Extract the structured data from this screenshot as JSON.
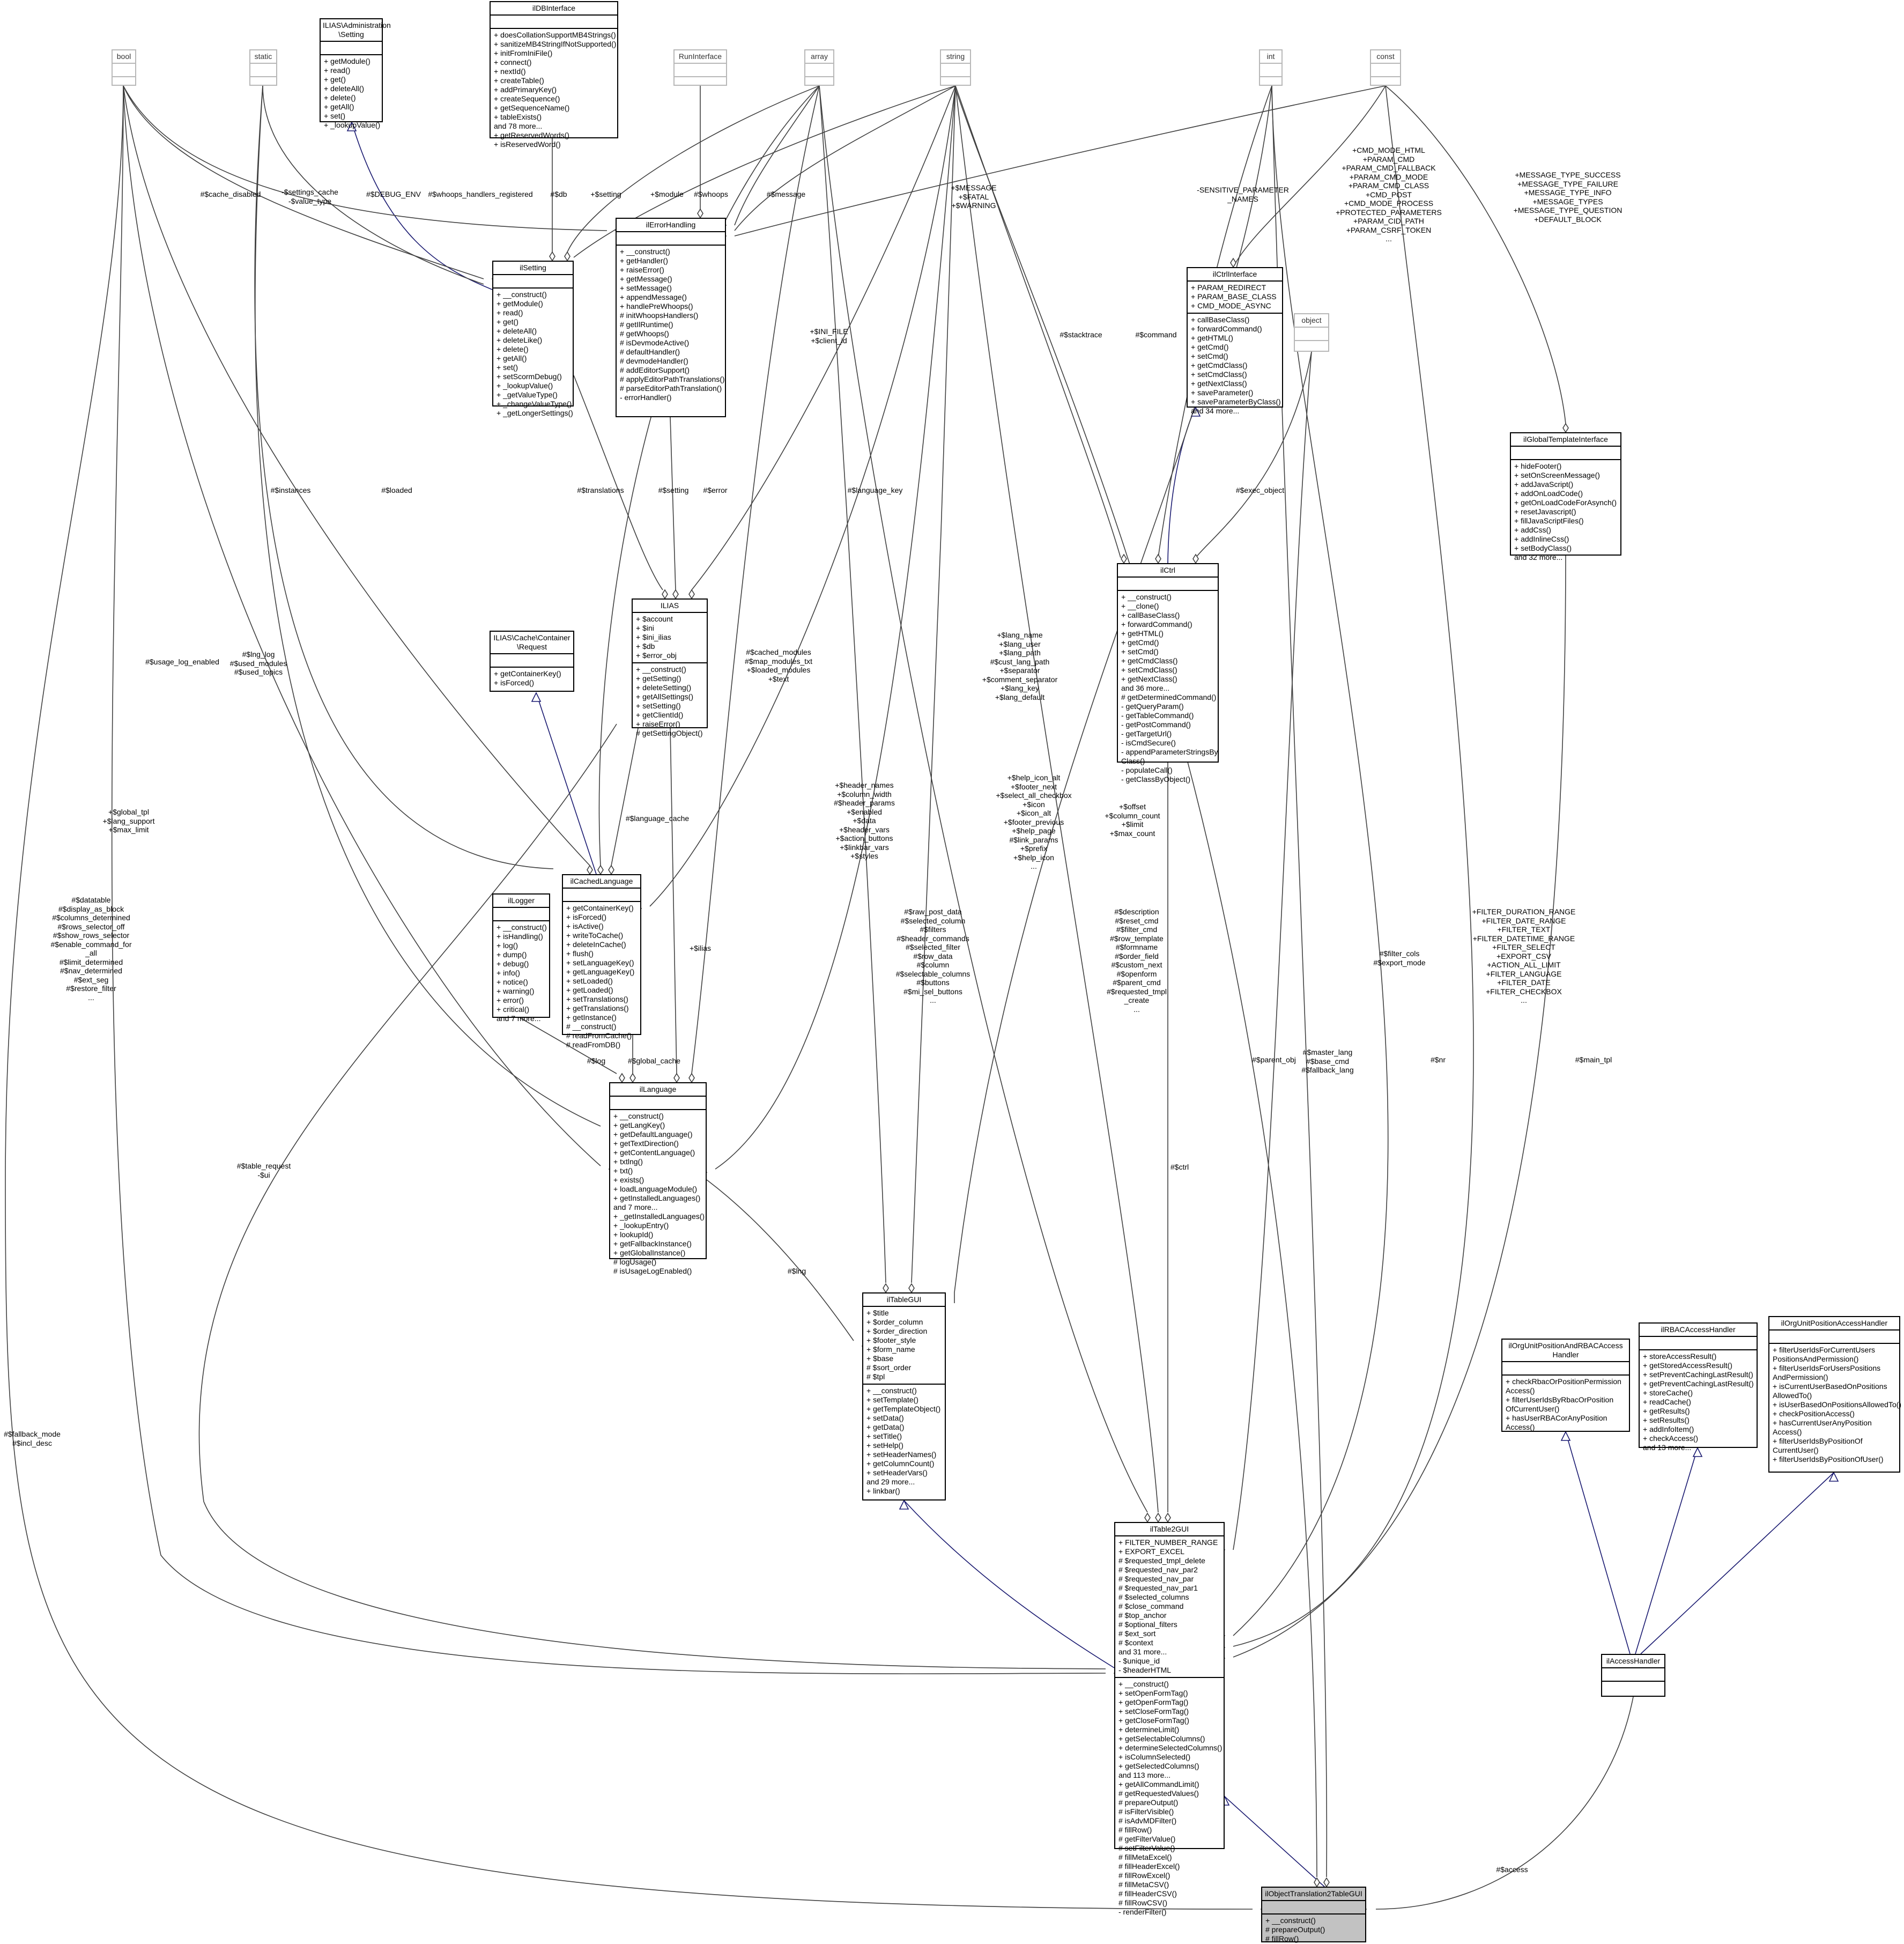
{
  "nodes": [
    {
      "id": "bool",
      "title": "bool",
      "sections": [
        [
          ""
        ],
        [
          ""
        ]
      ]
    },
    {
      "id": "static",
      "title": "static",
      "sections": [
        [
          ""
        ],
        [
          ""
        ]
      ]
    },
    {
      "id": "admin_setting",
      "title": "ILIAS\\Administration\n\\Setting",
      "sections": [
        [
          ""
        ],
        [
          "+ getModule()",
          "+ read()",
          "+ get()",
          "+ deleteAll()",
          "+ delete()",
          "+ getAll()",
          "+ set()",
          "+ _lookupValue()"
        ]
      ]
    },
    {
      "id": "ildbinterface",
      "title": "ilDBInterface",
      "sections": [
        [
          ""
        ],
        [
          "+ doesCollationSupportMB4Strings()",
          "+ sanitizeMB4StringIfNotSupported()",
          "+ initFromIniFile()",
          "+ connect()",
          "+ nextId()",
          "+ createTable()",
          "+ addPrimaryKey()",
          "+ createSequence()",
          "+ getSequenceName()",
          "+ tableExists()",
          "and 78 more...",
          "+ getReservedWords()",
          "+ isReservedWord()"
        ]
      ]
    },
    {
      "id": "runinterface",
      "title": "RunInterface",
      "sections": [
        [
          ""
        ],
        [
          ""
        ]
      ]
    },
    {
      "id": "array",
      "title": "array",
      "sections": [
        [
          ""
        ],
        [
          ""
        ]
      ]
    },
    {
      "id": "string",
      "title": "string",
      "sections": [
        [
          ""
        ],
        [
          ""
        ]
      ]
    },
    {
      "id": "int",
      "title": "int",
      "sections": [
        [
          ""
        ],
        [
          ""
        ]
      ]
    },
    {
      "id": "const",
      "title": "const",
      "sections": [
        [
          ""
        ],
        [
          ""
        ]
      ]
    },
    {
      "id": "ilsetting",
      "title": "ilSetting",
      "sections": [
        [
          ""
        ],
        [
          "+ __construct()",
          "+ getModule()",
          "+ read()",
          "+ get()",
          "+ deleteAll()",
          "+ deleteLike()",
          "+ delete()",
          "+ getAll()",
          "+ set()",
          "+ setScormDebug()",
          "+ _lookupValue()",
          "+ _getValueType()",
          "+ _changeValueType()",
          "+ _getLongerSettings()"
        ]
      ]
    },
    {
      "id": "ilerrorhandling",
      "title": "ilErrorHandling",
      "sections": [
        [
          ""
        ],
        [
          "+ __construct()",
          "+ getHandler()",
          "+ raiseError()",
          "+ getMessage()",
          "+ setMessage()",
          "+ appendMessage()",
          "+ handlePreWhoops()",
          "# initWhoopsHandlers()",
          "# getIlRuntime()",
          "# getWhoops()",
          "# isDevmodeActive()",
          "# defaultHandler()",
          "# devmodeHandler()",
          "# addEditorSupport()",
          "# applyEditorPathTranslations()",
          "# parseEditorPathTranslation()",
          "- errorHandler()"
        ]
      ]
    },
    {
      "id": "ilctrlinterface",
      "title": "ilCtrlInterface",
      "sections": [
        [
          "+ PARAM_REDIRECT",
          "+ PARAM_BASE_CLASS",
          "+ CMD_MODE_ASYNC"
        ],
        [
          "+ callBaseClass()",
          "+ forwardCommand()",
          "+ getHTML()",
          "+ getCmd()",
          "+ setCmd()",
          "+ getCmdClass()",
          "+ setCmdClass()",
          "+ getNextClass()",
          "+ saveParameter()",
          "+ saveParameterByClass()",
          "and 34 more..."
        ]
      ]
    },
    {
      "id": "object",
      "title": "object",
      "sections": [
        [
          ""
        ],
        [
          ""
        ]
      ]
    },
    {
      "id": "ilglobaltemplateinterface",
      "title": "ilGlobalTemplateInterface",
      "sections": [
        [
          ""
        ],
        [
          "+ hideFooter()",
          "+ setOnScreenMessage()",
          "+ addJavaScript()",
          "+ addOnLoadCode()",
          "+ getOnLoadCodeForAsynch()",
          "+ resetJavascript()",
          "+ fillJavaScriptFiles()",
          "+ addCss()",
          "+ addInlineCss()",
          "+ setBodyClass()",
          "and 32 more..."
        ]
      ]
    },
    {
      "id": "ilias",
      "title": "ILIAS",
      "sections": [
        [
          "+ $account",
          "+ $ini",
          "+ $ini_ilias",
          "+ $db",
          "+ $error_obj"
        ],
        [
          "+ __construct()",
          "+ getSetting()",
          "+ deleteSetting()",
          "+ getAllSettings()",
          "+ setSetting()",
          "+ getClientId()",
          "+ raiseError()",
          "# getSettingObject()"
        ]
      ]
    },
    {
      "id": "ilctrl",
      "title": "ilCtrl",
      "sections": [
        [
          ""
        ],
        [
          "+ __construct()",
          "+ __clone()",
          "+ callBaseClass()",
          "+ forwardCommand()",
          "+ getHTML()",
          "+ getCmd()",
          "+ setCmd()",
          "+ getCmdClass()",
          "+ setCmdClass()",
          "+ getNextClass()",
          "and 36 more...",
          "# getDeterminedCommand()",
          "- getQueryParam()",
          "- getTableCommand()",
          "- getPostCommand()",
          "- getTargetUrl()",
          "- isCmdSecure()",
          "- appendParameterStringsBy\nClass()",
          "- populateCall()",
          "- getClassByObject()"
        ]
      ]
    },
    {
      "id": "cache_request",
      "title": "ILIAS\\Cache\\Container\n\\Request",
      "sections": [
        [
          ""
        ],
        [
          "+ getContainerKey()",
          "+ isForced()"
        ]
      ]
    },
    {
      "id": "ilcachedlanguage",
      "title": "ilCachedLanguage",
      "sections": [
        [
          ""
        ],
        [
          "+ getContainerKey()",
          "+ isForced()",
          "+ isActive()",
          "+ writeToCache()",
          "+ deleteInCache()",
          "+ flush()",
          "+ setLanguageKey()",
          "+ getLanguageKey()",
          "+ setLoaded()",
          "+ getLoaded()",
          "+ setTranslations()",
          "+ getTranslations()",
          "+ getInstance()",
          "# __construct()",
          "# readFromCache()",
          "# readFromDB()"
        ]
      ]
    },
    {
      "id": "illogger",
      "title": "ilLogger",
      "sections": [
        [
          ""
        ],
        [
          "+ __construct()",
          "+ isHandling()",
          "+ log()",
          "+ dump()",
          "+ debug()",
          "+ info()",
          "+ notice()",
          "+ warning()",
          "+ error()",
          "+ critical()",
          "and 7 more..."
        ]
      ]
    },
    {
      "id": "illanguage",
      "title": "ilLanguage",
      "sections": [
        [
          ""
        ],
        [
          "+ __construct()",
          "+ getLangKey()",
          "+ getDefaultLanguage()",
          "+ getTextDirection()",
          "+ getContentLanguage()",
          "+ txtlng()",
          "+ txt()",
          "+ exists()",
          "+ loadLanguageModule()",
          "+ getInstalledLanguages()",
          "and 7 more...",
          "+ _getInstalledLanguages()",
          "+ _lookupEntry()",
          "+ lookupId()",
          "+ getFallbackInstance()",
          "+ getGlobalInstance()",
          "# logUsage()",
          "# isUsageLogEnabled()"
        ]
      ]
    },
    {
      "id": "iltablegui",
      "title": "ilTableGUI",
      "sections": [
        [
          "+ $title",
          "+ $order_column",
          "+ $order_direction",
          "+ $footer_style",
          "+ $form_name",
          "+ $base",
          "# $sort_order",
          "# $tpl"
        ],
        [
          "+ __construct()",
          "+ setTemplate()",
          "+ getTemplateObject()",
          "+ setData()",
          "+ getData()",
          "+ setTitle()",
          "+ setHelp()",
          "+ setHeaderNames()",
          "+ getColumnCount()",
          "+ setHeaderVars()",
          "and 29 more...",
          "+ linkbar()"
        ]
      ]
    },
    {
      "id": "iltable2gui",
      "title": "ilTable2GUI",
      "sections": [
        [
          "+ FILTER_NUMBER_RANGE",
          "+ EXPORT_EXCEL",
          "# $requested_tmpl_delete",
          "# $requested_nav_par2",
          "# $requested_nav_par",
          "# $requested_nav_par1",
          "# $selected_columns",
          "# $close_command",
          "# $top_anchor",
          "# $optional_filters",
          "# $ext_sort",
          "# $context",
          "and 31 more...",
          "- $unique_id",
          "- $headerHTML"
        ],
        [
          "+ __construct()",
          "+ setOpenFormTag()",
          "+ getOpenFormTag()",
          "+ setCloseFormTag()",
          "+ getCloseFormTag()",
          "+ determineLimit()",
          "+ getSelectableColumns()",
          "+ determineSelectedColumns()",
          "+ isColumnSelected()",
          "+ getSelectedColumns()",
          "and 113 more...",
          "+ getAllCommandLimit()",
          "# getRequestedValues()",
          "# prepareOutput()",
          "# isFilterVisible()",
          "# isAdvMDFilter()",
          "# fillRow()",
          "# getFilterValue()",
          "# setFilterValue()",
          "# fillMetaExcel()",
          "# fillHeaderExcel()",
          "# fillRowExcel()",
          "# fillMetaCSV()",
          "# fillHeaderCSV()",
          "# fillRowCSV()",
          "- renderFilter()"
        ]
      ]
    },
    {
      "id": "ilorgunitpositionandrbac",
      "title": "ilOrgUnitPositionAndRBACAccess\nHandler",
      "sections": [
        [
          ""
        ],
        [
          "+ checkRbacOrPositionPermission\nAccess()",
          "+ filterUserIdsByRbacOrPosition\nOfCurrentUser()",
          "+ hasUserRBACorAnyPosition\nAccess()"
        ]
      ]
    },
    {
      "id": "ilrbacaccesshandler",
      "title": "ilRBACAccessHandler",
      "sections": [
        [
          ""
        ],
        [
          "+ storeAccessResult()",
          "+ getStoredAccessResult()",
          "+ setPreventCachingLastResult()",
          "+ getPreventCachingLastResult()",
          "+ storeCache()",
          "+ readCache()",
          "+ getResults()",
          "+ setResults()",
          "+ addInfoItem()",
          "+ checkAccess()",
          "and 13 more..."
        ]
      ]
    },
    {
      "id": "ilorgunitpositionaccess",
      "title": "ilOrgUnitPositionAccessHandler",
      "sections": [
        [
          ""
        ],
        [
          "+ filterUserIdsForCurrentUsers\nPositionsAndPermission()",
          "+ filterUserIdsForUsersPositions\nAndPermission()",
          "+ isCurrentUserBasedOnPositions\nAllowedTo()",
          "+ isUserBasedOnPositionsAllowedTo()",
          "+ checkPositionAccess()",
          "+ hasCurrentUserAnyPosition\nAccess()",
          "+ filterUserIdsByPositionOf\nCurrentUser()",
          "+ filterUserIdsByPositionOfUser()"
        ]
      ]
    },
    {
      "id": "ilaccesshandler",
      "title": "ilAccessHandler",
      "sections": [
        [
          ""
        ],
        [
          ""
        ]
      ]
    },
    {
      "id": "target",
      "title": "ilObjectTranslation2TableGUI",
      "sections": [
        [
          ""
        ],
        [
          "+ __construct()",
          "# prepareOutput()",
          "# fillRow()"
        ]
      ]
    }
  ],
  "labels": {
    "l_fallback": "#$fallback_mode\n#$incl_desc",
    "l_datatable": "#$datatable\n#$display_as_block\n#$columns_determined\n#$rows_selector_off\n#$show_rows_selector\n#$enable_command_for\n_all\n#$limit_determined\n#$nav_determined\n#$ext_seg\n#$restore_filter\n...",
    "l_global_tpl": "+$global_tpl\n+$lang_support\n+$max_limit",
    "l_table_request": "#$table_request\n-$ui",
    "l_usage_log": "#$usage_log_enabled",
    "l_lng_log": "#$lng_log\n#$used_modules\n#$used_topics",
    "l_cache_disabled": "#$cache_disabled",
    "l_settings_cache": "-$settings_cache\n-$value_type",
    "l_debug_env": "#$DEBUG_ENV",
    "l_whoops_reg": "#$whoops_handlers_registered",
    "l_db": "#$db",
    "l_setting_plus": "+$setting",
    "l_module": "+$module",
    "l_whoops": "#$whoops",
    "l_message": "#$message",
    "l_instances": "#$instances",
    "l_loaded": "#$loaded",
    "l_translations": "#$translations",
    "l_setting": "#$setting",
    "l_error": "#$error",
    "l_language_key": "#$language_key",
    "l_message_fatal": "+$MESSAGE\n+$FATAL\n+$WARNING",
    "l_ini_file": "+$INI_FILE\n+$client_id",
    "l_sensitive": "-SENSITIVE_PARAMETER\n_NAMES",
    "l_stacktrace": "#$stacktrace",
    "l_command": "#$command",
    "l_cmd_mode": "+CMD_MODE_HTML\n+PARAM_CMD\n+PARAM_CMD_FALLBACK\n+PARAM_CMD_MODE\n+PARAM_CMD_CLASS\n+CMD_POST\n+CMD_MODE_PROCESS\n+PROTECTED_PARAMETERS\n+PARAM_CID_PATH\n+PARAM_CSRF_TOKEN\n...",
    "l_message_type": "+MESSAGE_TYPE_SUCCESS\n+MESSAGE_TYPE_FAILURE\n+MESSAGE_TYPE_INFO\n+MESSAGE_TYPES\n+MESSAGE_TYPE_QUESTION\n+DEFAULT_BLOCK",
    "l_exec_object": "#$exec_object",
    "l_language_cache": "#$language_cache",
    "l_ilias": "+$ilias",
    "l_cached_modules": "#$cached_modules\n#$map_modules_txt\n+$loaded_modules\n+$text",
    "l_lang_name": "+$lang_name\n+$lang_user\n+$lang_path\n#$cust_lang_path\n+$separator\n+$comment_separator\n+$lang_key\n+$lang_default",
    "l_header_names": "+$header_names\n+$column_width\n#$header_params\n+$enabled\n+$data\n+$header_vars\n+$action_buttons\n+$linkbar_vars\n+$styles",
    "l_help_icon": "+$help_icon_alt\n+$footer_next\n+$select_all_checkbox\n+$icon\n+$icon_alt\n+$footer_previous\n+$help_page\n#$link_params\n+$prefix\n+$help_icon\n...",
    "l_offset": "+$offset\n+$column_count\n+$limit\n+$max_count",
    "l_log": "#$log",
    "l_global_cache": "#$global_cache",
    "l_lng": "#$lng",
    "l_raw_post": "#$raw_post_data\n#$selected_column\n#$filters\n#$header_commands\n#$selected_filter\n#$row_data\n#$column\n#$selectable_columns\n#$buttons\n#$mi_sel_buttons\n...",
    "l_description": "#$description\n#$reset_cmd\n#$filter_cmd\n#$row_template\n#$formname\n#$order_field\n#$custom_next\n#$openform\n#$parent_cmd\n#$requested_tmpl\n_create\n...",
    "l_ctrl": "#$ctrl",
    "l_parent_obj": "#$parent_obj",
    "l_filter_cols": "#$filter_cols\n#$export_mode",
    "l_master_lang": "#$master_lang\n#$base_cmd\n#$fallback_lang",
    "l_nr": "#$nr",
    "l_filter_duration": "+FILTER_DURATION_RANGE\n+FILTER_DATE_RANGE\n+FILTER_TEXT\n+FILTER_DATETIME_RANGE\n+FILTER_SELECT\n+EXPORT_CSV\n+ACTION_ALL_LIMIT\n+FILTER_LANGUAGE\n+FILTER_DATE\n+FILTER_CHECKBOX\n...",
    "l_main_tpl": "#$main_tpl",
    "l_access": "#$access"
  },
  "colors": {
    "association": "#404040",
    "inheritance": "#191970",
    "target_fill": "#c2c2c2",
    "unresolved_border": "#b8b8b8"
  }
}
